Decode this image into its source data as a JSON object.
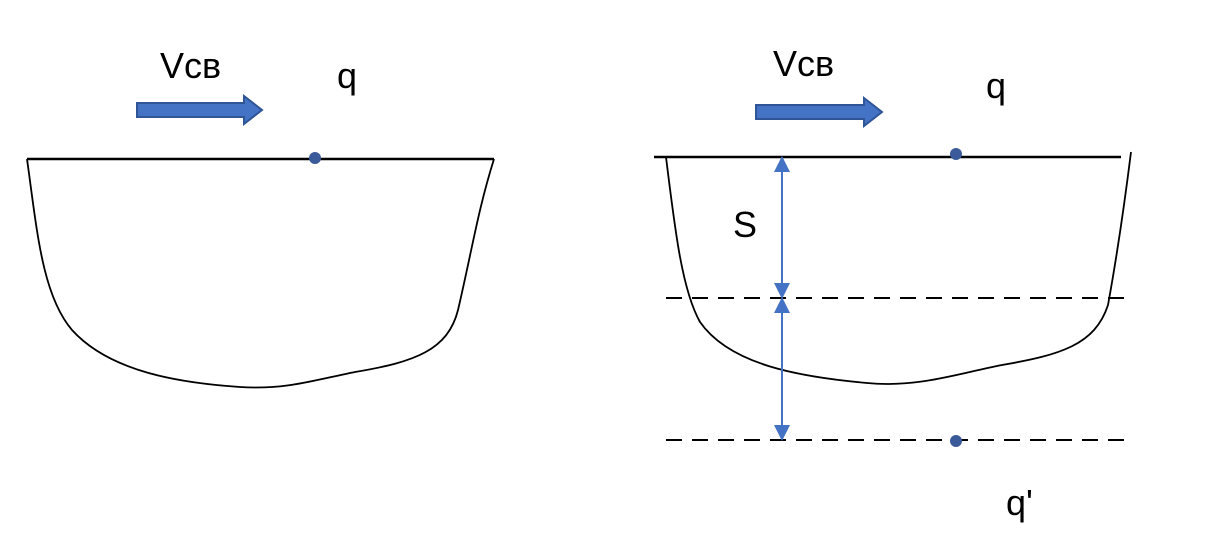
{
  "colors": {
    "arrow_fill": "#4472c4",
    "arrow_stroke": "#2f5597",
    "point": "#3a5a9a",
    "line": "#000000"
  },
  "left_panel": {
    "velocity_label": "Vсв",
    "charge_label": "q"
  },
  "right_panel": {
    "velocity_label": "Vсв",
    "charge_label": "q",
    "distance_label": "S",
    "image_charge_label": "q'"
  }
}
